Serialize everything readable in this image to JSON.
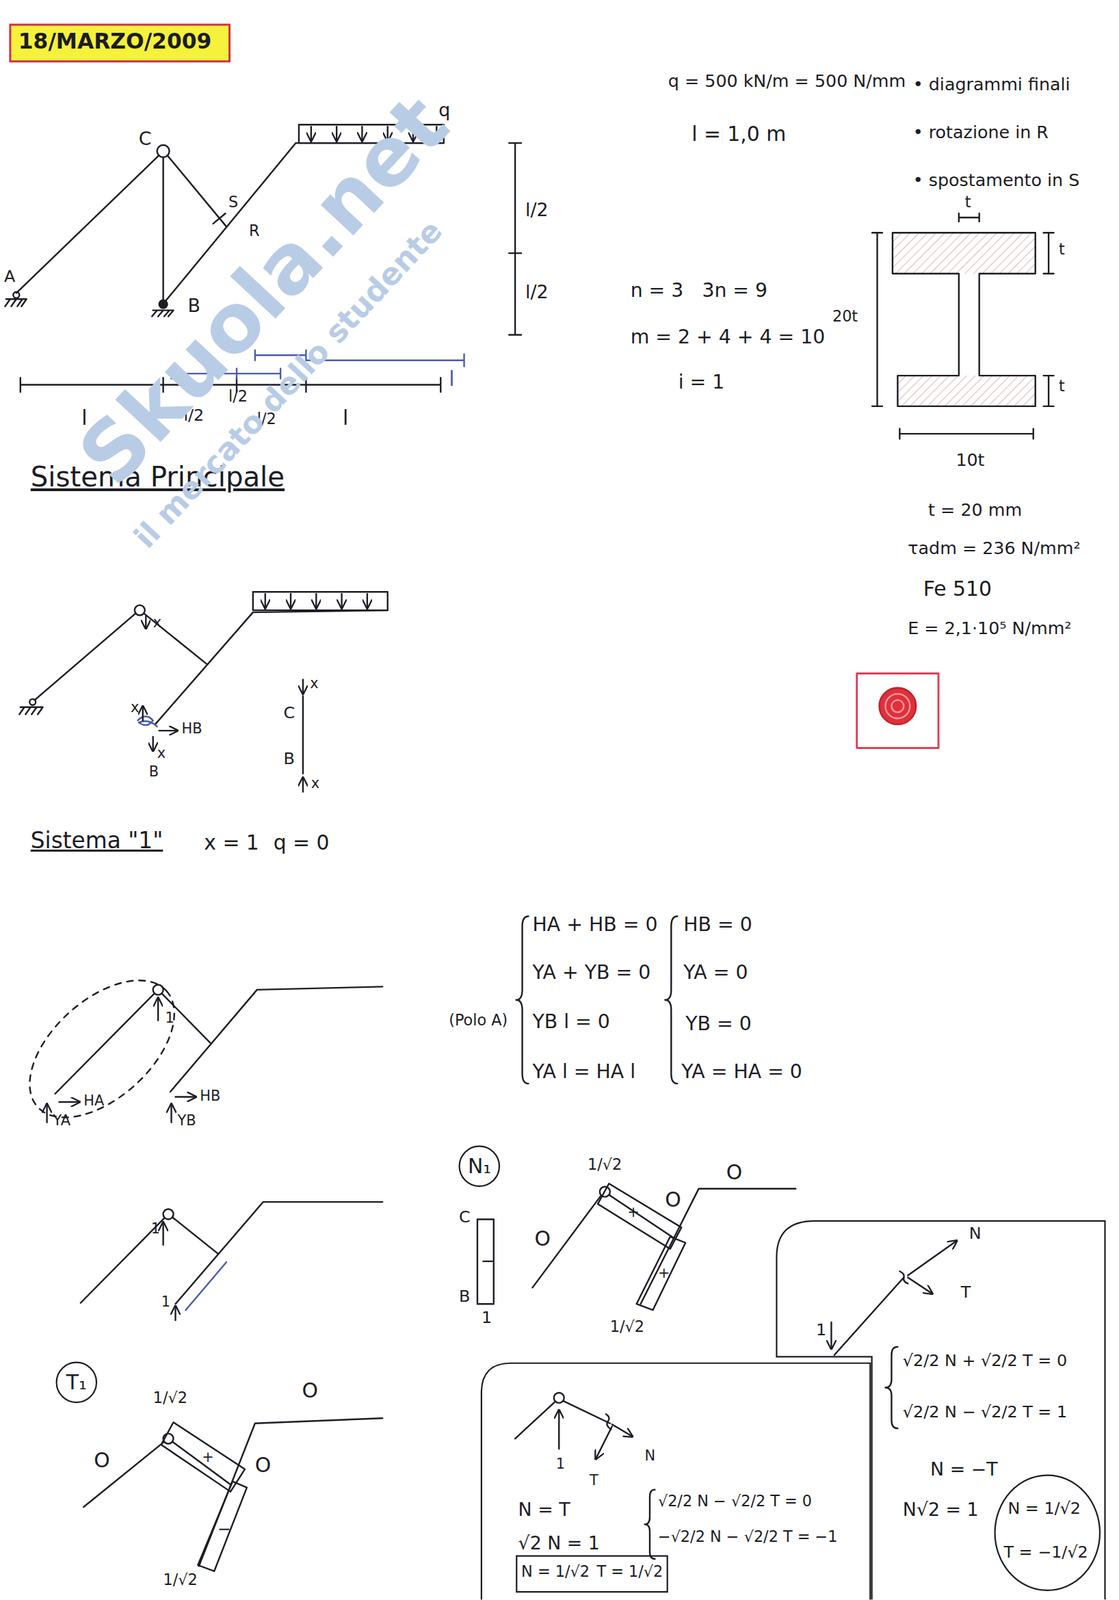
{
  "diagram": {
    "title": "18/MARZO/2009",
    "nodes": [
      {
        "text": [
          "N₁"
        ]
      },
      {
        "text": [
          "N",
          "T",
          "1",
          "√2/2 N + √2/2 T = 0",
          "√2/2 N − √2/2 T = 1",
          "N = −T",
          "N√2 = 1"
        ]
      },
      {
        "text": [
          "N = 1/√2",
          "T = −1/√2"
        ],
        "in": 1
      },
      {
        "text": [
          "T₁"
        ]
      },
      {
        "text": [
          "1",
          "T",
          "N",
          "N = T",
          "√2 N = 1",
          "√2/2 N − √2/2 T = 0",
          "−√2/2 N − √2/2 T = −1"
        ]
      },
      {
        "text": [
          "N = 1/√2",
          "T = 1/√2"
        ],
        "in": 4
      }
    ],
    "labels": [
      "q = 500 kN/m = 500 N/mm",
      "l = 1,0 m",
      "• diagrammi finali",
      "• rotazione in R",
      "• spostamento in S",
      "q",
      "C",
      "S",
      "R",
      "A",
      "B",
      "l/2",
      "l/2",
      "l",
      "l/2",
      "l/2",
      "l/2",
      "l",
      "l",
      "n = 3   3n = 9",
      "m = 2 + 4 + 4 = 10",
      "i = 1",
      "t",
      "t",
      "20t",
      "t",
      "10t",
      "t = 20 mm",
      "τadm = 236 N/mm²",
      "Fe 510",
      "E = 2,1·10⁵ N/mm²",
      "Sistema Principale",
      "x",
      "x",
      "HB",
      "x",
      "B",
      "C",
      "x",
      "B",
      "x",
      "Sistema \"1\"",
      "x = 1",
      "q = 0",
      "HA + HB = 0",
      "YA + YB = 0",
      "(Polo A)",
      "YB l = 0",
      "YA l = HA l",
      "HB = 0",
      "YA = 0",
      "YB = 0",
      "YA = HA = 0",
      "1",
      "HA",
      "YA",
      "HB",
      "YB",
      "1/√2",
      "+",
      "O",
      "O",
      "O",
      "+",
      "1/√2",
      "C",
      "−",
      "B",
      "1",
      "1",
      "1",
      "1/√2",
      "+",
      "O",
      "O",
      "O",
      "−",
      "1/√2",
      "Skuola.net",
      "il mercato dello studente"
    ]
  }
}
